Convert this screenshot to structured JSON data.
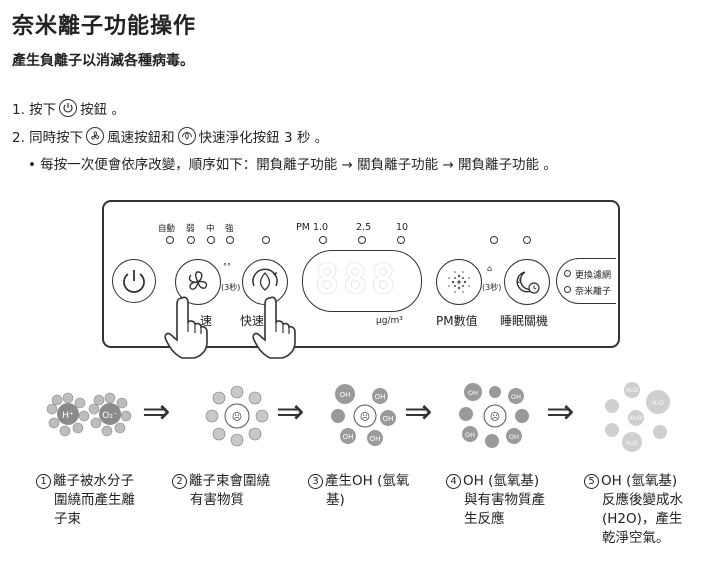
{
  "header": {
    "title": "奈米離子功能操作",
    "subtitle": "產生負離子以消滅各種病毒。"
  },
  "steps": {
    "step1_prefix": "1. 按下",
    "step1_suffix": "按鈕 。",
    "step2_prefix": "2. 同時按下",
    "step2_middle": "風速按鈕和",
    "step2_suffix": "快速淨化按鈕 3 秒 。",
    "bullet": "• 每按一次便會依序改變，順序如下：開負離子功能 → 關負離子功能 → 開負離子功能 。"
  },
  "panel": {
    "mode_labels": [
      "自動",
      "弱",
      "中",
      "強"
    ],
    "pm_labels": [
      "PM 1.0",
      "2.5",
      "10"
    ],
    "display_digits": "888",
    "unit": "μg/m³",
    "hold_label_left": "(3秒)",
    "hold_label_right": "(3秒)",
    "captions": {
      "fan": "速",
      "quick": "快速",
      "pm": "PM數值",
      "sleep": "睡眠關機"
    },
    "indicators": [
      "更換濾網",
      "奈米離子"
    ]
  },
  "icons": {
    "power": "power-icon",
    "fan": "fan-icon",
    "quick": "quick-purify-icon",
    "pm": "pm-sensor-icon",
    "sleep": "sleep-moon-icon",
    "hand": "pointing-hand-icon"
  },
  "process": {
    "arrow": "⇒",
    "stages": [
      {
        "num": "1",
        "line1": "離子被水分子",
        "line2": "圍繞而產生離",
        "line3": "子束"
      },
      {
        "num": "2",
        "line1": "離子束會圍繞",
        "line2": "有害物質",
        "line3": ""
      },
      {
        "num": "3",
        "line1": "產生OH (氫氧",
        "line2": "基)",
        "line3": ""
      },
      {
        "num": "4",
        "line1": "OH (氫氧基)",
        "line2": "與有害物質產",
        "line3": "生反應"
      },
      {
        "num": "5",
        "line1": "OH (氫氧基)",
        "line2": "反應後變成水",
        "line3": "(H2O)，產生",
        "line4": "乾淨空氣。"
      }
    ],
    "bubble_labels": {
      "oh": "OH",
      "h2o": "H2O"
    }
  },
  "colors": {
    "text": "#222222",
    "bubble_gray": "#9a9a9a",
    "bubble_light": "#cfcfcf"
  }
}
